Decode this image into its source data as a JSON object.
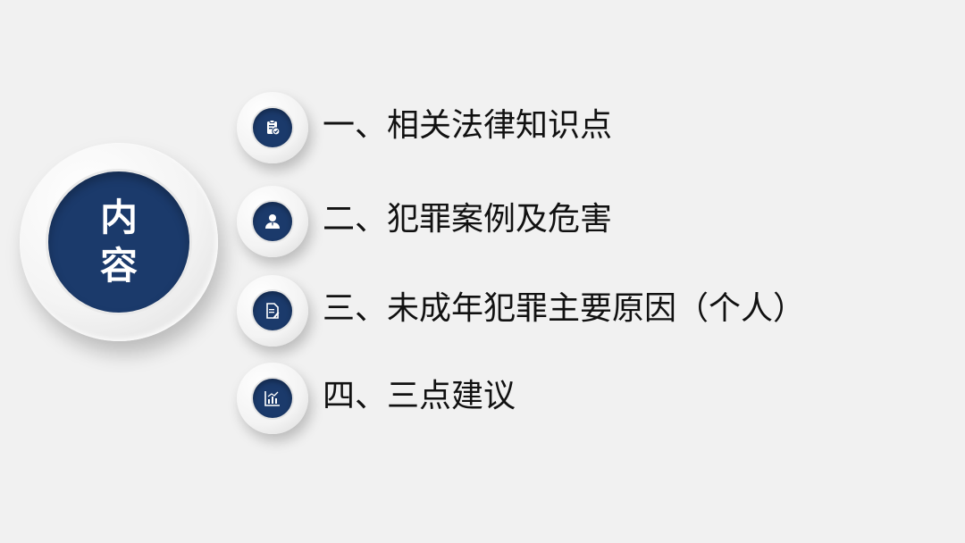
{
  "badge": {
    "title": "内容"
  },
  "items": [
    {
      "label": "一、相关法律知识点",
      "icon": "clipboard-check-icon"
    },
    {
      "label": "二、犯罪案例及危害",
      "icon": "user-icon"
    },
    {
      "label": "三、未成年犯罪主要原因（个人）",
      "icon": "document-pen-icon"
    },
    {
      "label": "四、三点建议",
      "icon": "bar-chart-icon"
    }
  ],
  "colors": {
    "accent": "#1b3a6b",
    "background": "#f1f1f1",
    "text": "#111111"
  }
}
